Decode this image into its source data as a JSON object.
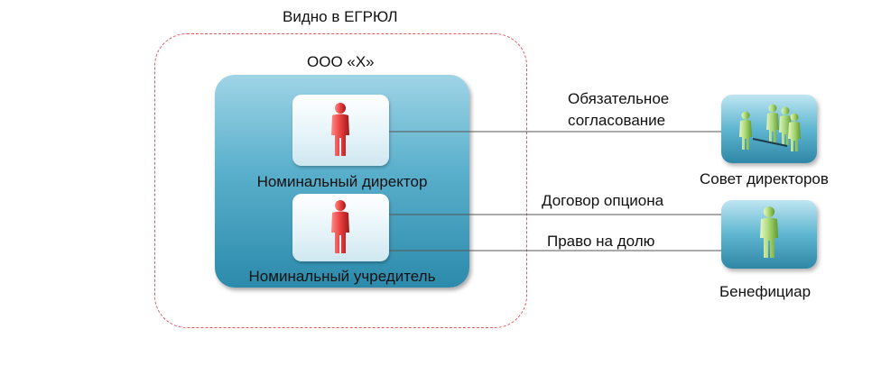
{
  "diagram": {
    "region_label": "Видно в ЕГРЮЛ",
    "company": {
      "title": "ООО «Х»",
      "director_label": "Номинальный директор",
      "founder_label": "Номинальный учредитель"
    },
    "board_label": "Совет директоров",
    "beneficiary_label": "Бенефициар",
    "connectors": {
      "approval_line1": "Обязательное",
      "approval_line2": "согласование",
      "option_agreement": "Договор опциона",
      "share_right": "Право на долю"
    },
    "colors": {
      "region_border": "#e8575b",
      "nominee_figure": "#e8403f",
      "real_figure": "#a8d672",
      "box_teal": "#2c8aab"
    },
    "icons": {
      "nominee": "person-icon-red",
      "board": "group-icon-green",
      "beneficiary": "person-icon-green"
    }
  }
}
